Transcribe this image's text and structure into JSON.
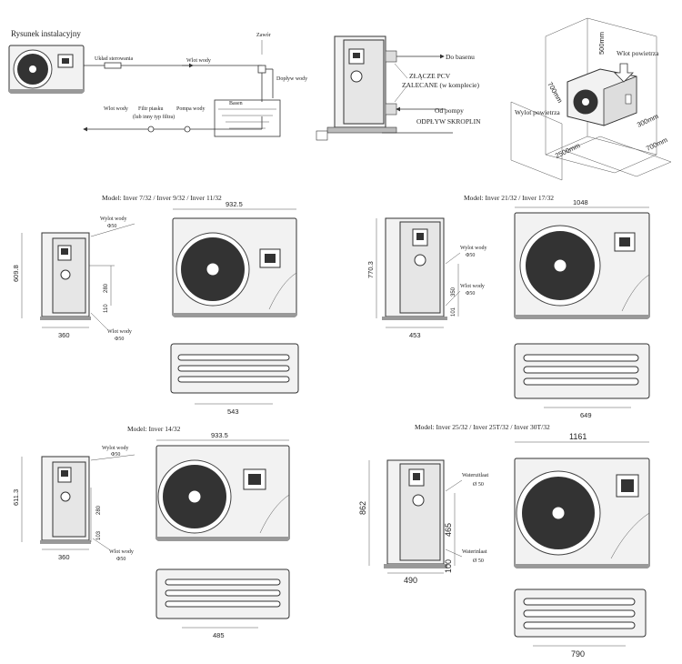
{
  "installation": {
    "title": "Rysunek instalacyjny",
    "control_system": "Układ sterowania",
    "water_outlet_top": "Wlot wody",
    "valve": "Zawór",
    "drain": "Dopływ wody",
    "water_outlet_left": "Wlot wody",
    "sand_filter": "Filtr piasku",
    "filter_note": "(lub inny typ filtra)",
    "pump": "Pompa wody",
    "pool": "Basen"
  },
  "side_connections": {
    "to_pool": "Do basenu",
    "pvc_line1": "ZŁĄCZE PCV",
    "pvc_line2": "ZALECANE (w komplecie)",
    "from_pump": "Od pompy",
    "condensate": "ODPŁYW SKROPLIN"
  },
  "clearance": {
    "air_inlet": "Wlot powietrza",
    "air_outlet": "Wylot powietrza",
    "d500": "500mm",
    "d700a": "700mm",
    "d300": "300mm",
    "d700b": "700mm",
    "d2500": "2500mm"
  },
  "model_a": {
    "title": "Model: Inver 7/32 / Inver 9/32 / Inver 11/32",
    "outlet": "Wylot wody",
    "outlet_d": "Φ50",
    "inlet": "Wlot wody",
    "inlet_d": "Φ50",
    "height": "609.8",
    "depth": "360",
    "width": "932.5",
    "d280": "280",
    "d110": "110",
    "foot": "543"
  },
  "model_b": {
    "title": "Model: Inver 21/32 / Inver 17/32",
    "outlet": "Wylot wody",
    "outlet_d": "Φ50",
    "inlet": "Wlot wody",
    "inlet_d": "Φ50",
    "height": "770.3",
    "depth": "453",
    "width": "1048",
    "d350": "350",
    "d101": "101",
    "foot": "649"
  },
  "model_c": {
    "title": "Model: Inver 14/32",
    "outlet": "Wylot wody",
    "outlet_d": "Φ50",
    "inlet": "Wlot wody",
    "inlet_d": "Φ50",
    "height": "611.3",
    "depth": "360",
    "width": "933.5",
    "d280": "280",
    "d103": "103",
    "foot": "485"
  },
  "model_d": {
    "title": "Model:  Inver 25/32 / Inver 25T/32 / Inver 30T/32",
    "outlet": "Wateruitlaat",
    "outlet_d": "Ø 50",
    "inlet": "Waterinlaat",
    "inlet_d": "Ø 50",
    "height": "862",
    "depth": "490",
    "width": "1161",
    "d465": "465",
    "d100": "100",
    "foot": "790"
  }
}
